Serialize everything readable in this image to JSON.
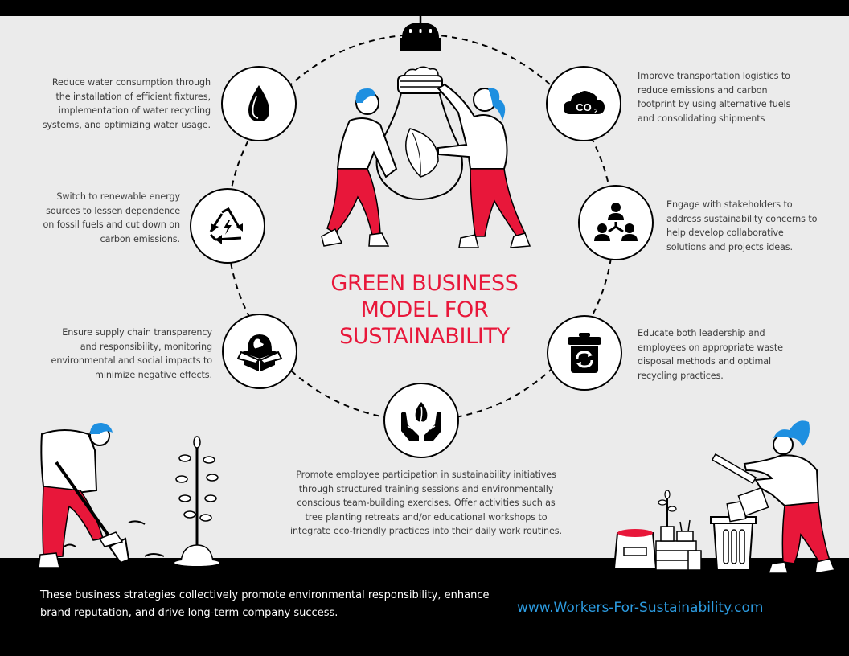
{
  "title": {
    "line1": "GREEN BUSINESS",
    "line2": "MODEL FOR",
    "line3": "SUSTAINABILITY"
  },
  "colors": {
    "background": "#ebebeb",
    "title": "#e8173a",
    "accent_blue": "#2c9be0",
    "pants_red": "#e8173a",
    "hair_blue": "#1e8fe0",
    "band": "#000000"
  },
  "strategies": [
    {
      "id": "water",
      "icon": "water-drop-icon",
      "text": "Reduce water consumption through the installation of efficient fixtures, implementation of water recycling systems, and optimizing water usage."
    },
    {
      "id": "transport",
      "icon": "co2-cloud-icon",
      "text": "Improve transportation logistics to reduce emissions and carbon footprint by using alternative fuels and consolidating shipments"
    },
    {
      "id": "energy",
      "icon": "renewable-energy-icon",
      "text": "Switch to renewable energy sources to lessen dependence on fossil fuels and cut down on carbon emissions."
    },
    {
      "id": "stakeholders",
      "icon": "stakeholders-network-icon",
      "text": "Engage with stakeholders to address sustainability concerns to help develop collaborative solutions and projects ideas."
    },
    {
      "id": "supply",
      "icon": "globe-box-icon",
      "text": "Ensure supply chain transparency and responsibility, monitoring environmental and social impacts to minimize negative effects."
    },
    {
      "id": "waste",
      "icon": "recycle-bin-icon",
      "text": "Educate both leadership and employees on appropriate waste disposal methods and optimal recycling practices."
    },
    {
      "id": "participation",
      "icon": "hands-leaf-icon",
      "text": "Promote employee participation in sustainability initiatives through structured training sessions and environmentally conscious team-building exercises. Offer activities such as tree planting retreats and/or educational workshops to integrate eco-friendly practices into their daily work routines."
    }
  ],
  "footer": {
    "summary": "These business strategies collectively promote environmental responsibility, enhance brand reputation, and drive long-term company success.",
    "website": "www.Workers-For-Sustainability.com"
  }
}
